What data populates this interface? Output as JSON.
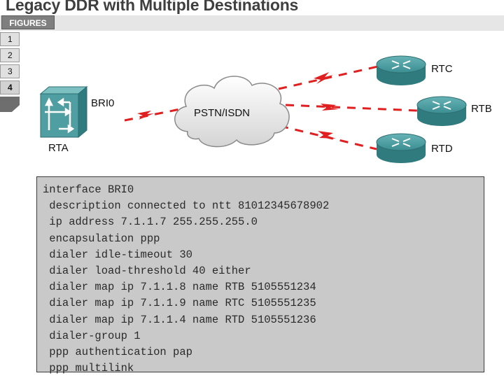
{
  "page": {
    "title": "Legacy DDR with Multiple Destinations"
  },
  "figures": {
    "tab_label": "FIGURES",
    "items": [
      "1",
      "2",
      "3",
      "4"
    ],
    "active_index": 3
  },
  "diagram": {
    "cloud_label": "PSTN/ISDN",
    "rta_label": "RTA",
    "interface_label": "BRI0",
    "rtc_label": "RTC",
    "rtb_label": "RTB",
    "rtd_label": "RTD",
    "link_color": "#e02020",
    "router_color": "#3a8f94",
    "switch_color": "#4f9ea1"
  },
  "config": {
    "lines": [
      "interface BRI0",
      " description connected to ntt 81012345678902",
      " ip address 7.1.1.7 255.255.255.0",
      " encapsulation ppp",
      " dialer idle-timeout 30",
      " dialer load-threshold 40 either",
      " dialer map ip 7.1.1.8 name RTB 5105551234",
      " dialer map ip 7.1.1.9 name RTC 5105551235",
      " dialer map ip 7.1.1.4 name RTD 5105551236",
      " dialer-group 1",
      " ppp authentication pap",
      " ppp multilink"
    ]
  }
}
